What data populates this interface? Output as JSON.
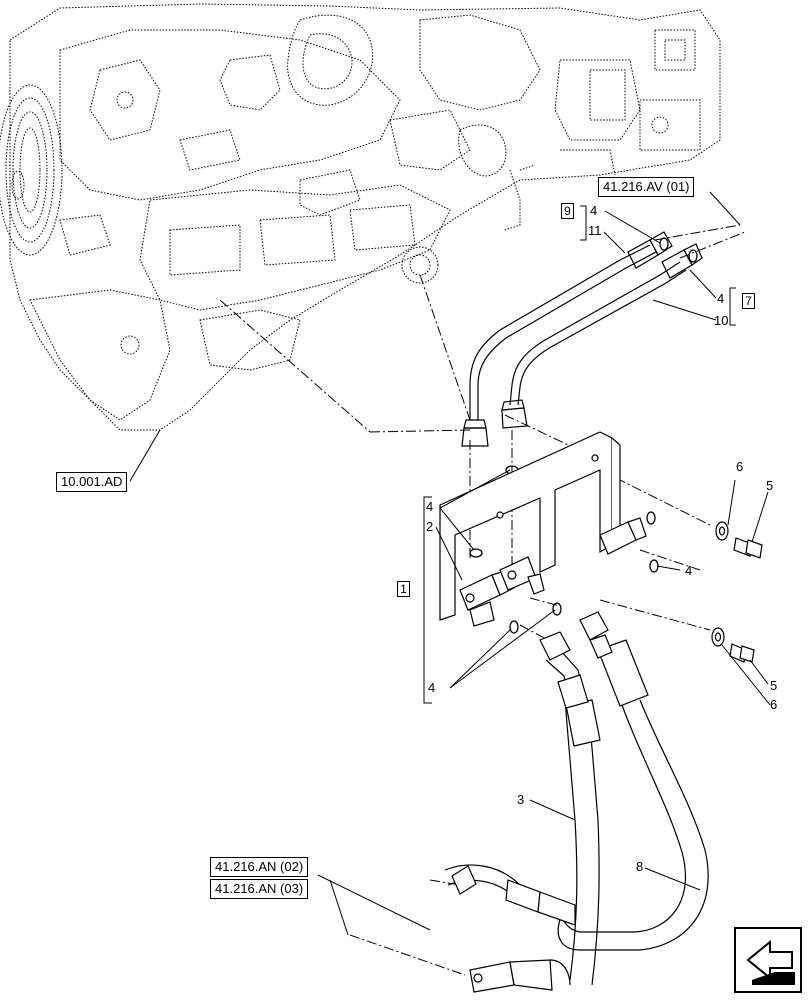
{
  "refs": {
    "top_right": "41.216.AV (01)",
    "engine": "10.001.AD",
    "bottom_left_1": "41.216.AN (02)",
    "bottom_left_2": "41.216.AN (03)"
  },
  "group_labels": {
    "g1": "1",
    "g7": "7",
    "g9": "9"
  },
  "callouts": {
    "c2": "2",
    "c3": "3",
    "c4a": "4",
    "c4b": "4",
    "c4c": "4",
    "c4d": "4",
    "c4e": "4",
    "c5a": "5",
    "c5b": "5",
    "c6a": "6",
    "c6b": "6",
    "c8": "8",
    "c10": "10",
    "c11": "11"
  },
  "nav_icon": "next-page-arrow-icon"
}
